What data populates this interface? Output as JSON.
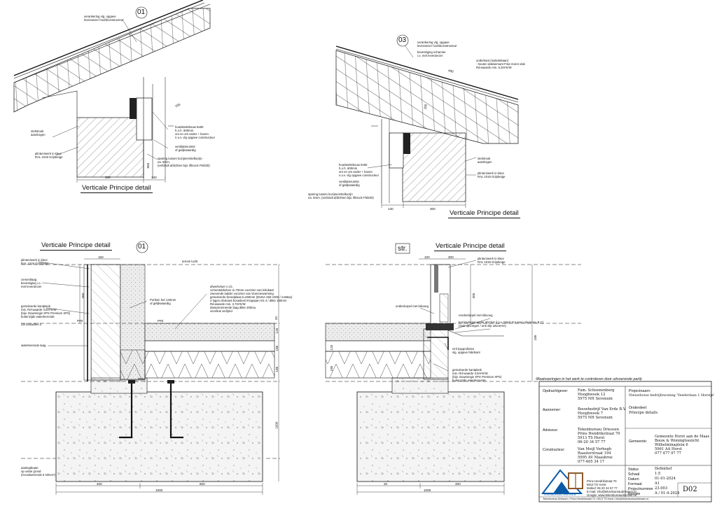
{
  "details": {
    "d1": {
      "number": "01",
      "title": "Verticale Principe detail",
      "notes": [
        "verankering vlg. opgave",
        "leverancier hoofdconstructeur",
        "stelstrook",
        "aandrogen",
        "plinten/werk in kleur",
        "RAL 1019 Grijsbeige",
        "houtskeletbouw 9x80",
        "h.o.h. 600mm",
        "om en om ander + boven",
        "n.o.v. vlg opgave constructeur",
        "ventilatieruimte",
        "of gelijkwaardig",
        "sparing tussen kozijnen/stelkozijn",
        "na. 5mm,",
        "(verbindt afdichten bijv. Illbruck FM330)"
      ],
      "dims": [
        "300",
        "130",
        "850",
        "155"
      ]
    },
    "d3": {
      "number": "03",
      "title": "Verticale Principe detail",
      "notes": [
        "verankering vlg. opgave",
        "leverancier hoofdconstructeur",
        "bevestiging scharnier",
        "i.o. met leverancier",
        "onderkant (isolatiebaan)",
        "- houten daksiemant Fina Vuren vlak",
        "Rd-waarde min. 6,3m²K/W",
        "stelstrook",
        "aandrogen",
        "plinten/werk in kleur",
        "RAL 1019 Grijsbeige",
        "houtskeletbouw 9x80",
        "h.o.h. 600mm",
        "om en om ander + boven",
        "n.o.v. vlg opgave constructeur",
        "ventilatieruimte",
        "of gelijkwaardig",
        "sparing tussen kozijnen/stelkozijn",
        "na. 5mm, (verbindt afdichten bijv. Illbruck FM330)"
      ],
      "dims": [
        "400",
        "130",
        "300",
        "155"
      ]
    },
    "d4": {
      "number": "01",
      "title": "Verticale Principe detail",
      "notes": [
        "plinten/werk in kleur",
        "RAL 1019 Grijsbeige",
        "cementlaag",
        "bevestiging i.o.",
        "met leverancier",
        "geïsoleerde kantplank",
        "min. Rd-waarde 3,5m²K/W",
        "(bijv. Dowmingis XPS Premium XPS)",
        "buitenzijde waterkerende",
        "Zie bouwdeel 3",
        "Poriken het 140mm",
        "of gelijkwaardig",
        "afwerkvloer n.t.b.",
        "cementdekvloer d=70mm voorzien van leilokaal",
        "zwevende ladder voorzien van vloerverwarming",
        "geïsoleerde breedplaat d=260mm (DUNA 260-1000 / rosMax)",
        "2 lagen drukvast bouwbord Kingspan KS 4 / dikte 160mm",
        "Rd-waarde min. 3,7m²K/W",
        "dampremmende laag dikte 200mu",
        "vezeltuk verlijmd",
        "waterkerende laag",
        "aanlegdiepte",
        "op vaste grond",
        "(Grondwerende 5 N/mm²)",
        "terrein lucht"
      ],
      "dims": [
        "400",
        "600",
        "1000",
        "150",
        "380",
        "120",
        "185",
        "185",
        "20",
        "1000"
      ],
      "levels": [
        "P#0",
        "P#0",
        "P#0"
      ]
    },
    "d5": {
      "number": "str.",
      "title": "Verticale Principe detail",
      "notes": [
        "plinten/werk in kleur",
        "RAL 1019 Grijsbeige",
        "onderdorpel met kikvoeg",
        "renderdorpel met kikvoeg",
        "koziendorpel ander afschot (i.p.v. Marin B tussen slammen B C)",
        "(stuk opvoegen / anti slip uitvoeren)",
        "Gril kopprofielen",
        "vlg. opgave fabrikant",
        "geïsoleerde kantplank",
        "min. Rd-waarde 3,5m²K/W",
        "(bijv. Dowmingis XPS Premium XPS)",
        "buitenzijde waterkerende"
      ],
      "dims": [
        "100",
        "300",
        "300",
        "120",
        "185",
        "185",
        "400",
        "20",
        "1000"
      ]
    }
  },
  "titleblock": {
    "header_note": "-Maatvoeringen in het werk te controleren door uitvoerende partij-",
    "rows": [
      {
        "label": "Opdrachtgever:",
        "lines": [
          "Fam. Schoenenberg",
          "Hooghweek 12",
          "5975 NH Sevenum"
        ]
      },
      {
        "label": "Aannemer:",
        "lines": [
          "Bouwbedrijf Van Erde B.V.",
          "Hooghweek 7",
          "5975 NH Sevenum"
        ]
      },
      {
        "label": "Adviseur:",
        "lines": [
          "Tekenbureau Driessen",
          "Prins Hendrikstraat 70",
          "5913 TS Horst",
          "06-20 34 57 77"
        ]
      },
      {
        "label": "Constructeur:",
        "lines": [
          "Van Meijl Verhegh",
          "Raasterstraat 194",
          "5995 AV Maasbree",
          "077-465 34 17"
        ]
      }
    ],
    "project_label": "Projectnaam:",
    "project_name": "Nieuwbouw bedrijfswoning 'Veederlaan 1 Horstje'",
    "part_label": "Onderdeel:",
    "part_value": "Principe details",
    "municipality_label": "Gemeente:",
    "municipality_lines": [
      "Gemeente Horst aan de Maas",
      "Bouw & Woningtoezicht",
      "Wilhelminaplein 6",
      "5961 AA Horst",
      "077 477 97 77"
    ],
    "meta": [
      {
        "label": "Status",
        "value": "Definitief"
      },
      {
        "label": "Schaal",
        "value": "1:5"
      },
      {
        "label": "Datum",
        "value": "01-01-2024"
      },
      {
        "label": "Formaat",
        "value": "A1"
      },
      {
        "label": "Projectnummer",
        "value": "23.003"
      },
      {
        "label": "Revisie",
        "value": "A / 01-4-2024"
      }
    ],
    "sheet": "D02",
    "company_lines": [
      "Prins Hendrikstraat 70",
      "5913 TS Horst",
      "Mobiel: 06 20 34 57 77",
      "E-mail: info@tekenbureaudriessen.nl",
      "Google: www.tekenbureaudriessen.nl"
    ],
    "company_small": "TEKENBUREAU DRIESSEN",
    "footer_strip": "Tekenbureau Driessen  •  Prins Hendrikstraat 70  •  5913 TS Horst  •  info@tekenbureaudriessen.nl"
  }
}
